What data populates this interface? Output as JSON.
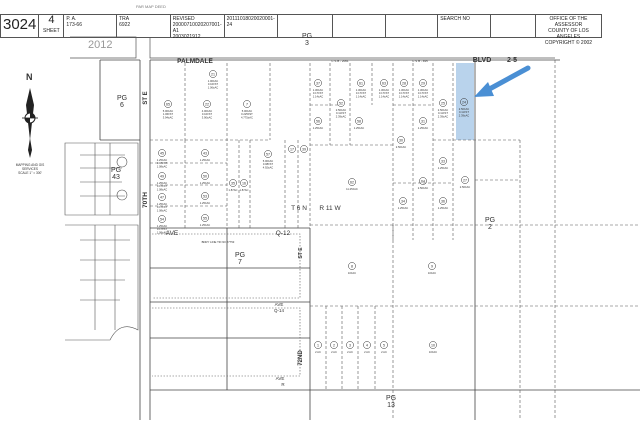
{
  "top_note": "PAR MAP DEED",
  "header": {
    "map_book": "3024",
    "page": "4",
    "sheet_label": "SHEET",
    "pa_label": "P. A.",
    "pa_value": "173-66",
    "tra_label": "TRA",
    "tra_value": "6922",
    "revised_label": "REVISED",
    "revised_1": "20000710020207001-A1",
    "revised_2": "2003021912",
    "revision_3": "20111018020020001-24",
    "search_label": "SEARCH NO",
    "office_1": "OFFICE OF THE ASSESSOR",
    "office_2": "COUNTY OF LOS ANGELES",
    "office_3": "COPYRIGHT © 2002"
  },
  "year_stamp": "2012",
  "north_label": "N",
  "scale_note": [
    "MAPPING AND GIS",
    "SERVICES",
    "SCALE 1\" = 300'"
  ],
  "highlight_color": "#b9d3ec",
  "arrow_color": "#4a8fd4",
  "highlighted_parcel": "24",
  "page_refs": [
    {
      "pg": "PG",
      "num": "3"
    },
    {
      "pg": "PG",
      "num": "6"
    },
    {
      "pg": "PG",
      "num": "43"
    },
    {
      "pg": "PG",
      "num": "7"
    },
    {
      "pg": "PG",
      "num": "2"
    },
    {
      "pg": "PG",
      "num": "13"
    }
  ],
  "streets": {
    "palmdale": "PALMDALE",
    "blvd": "BLVD",
    "blvd_num": "2-5",
    "csb1": "C S B - 2061",
    "csb2": "C S B - 495",
    "st_e_1": "ST E",
    "st_70th": "70TH",
    "ave_q12_a": "AVE",
    "ave_q12_b": "Q-12",
    "bdry": "BDRY LINE TR NO 27753",
    "st_e_2": "ST E",
    "ave_q14_a": "AVE",
    "ave_q14_b": "Q-14",
    "st_72nd": "72ND",
    "ave_r_a": "AVE",
    "ave_r_b": "R",
    "township": "T 6 N",
    "range": "R 11 W"
  },
  "parcels": [
    {
      "id": "65",
      "area": [
        "5.00±AC",
        "1.06±ST",
        "3.94±AC"
      ]
    },
    {
      "id": "22",
      "area": [
        "4.00±AC",
        "0.10±ST",
        "3.90±AC"
      ]
    },
    {
      "id": "7",
      "area": [
        "5.00±AC",
        "0.225±ST",
        "4.775±AC"
      ]
    },
    {
      "id": "21",
      "area": [
        "1.00±AC",
        "0.10±ST",
        "1.06±AC"
      ]
    },
    {
      "id": "37",
      "area": [
        "1.30±AC",
        "0.17±ST",
        "1.14±AC"
      ]
    },
    {
      "id": "52",
      "area": [
        "2.50±AC",
        "0.11±ST",
        "2.39±AC"
      ]
    },
    {
      "id": "61",
      "area": [
        "1.30±AC",
        "0.17±ST",
        "1.14±AC"
      ]
    },
    {
      "id": "63",
      "area": [
        "1.30±AC",
        "0.17±ST",
        "1.14±AC"
      ]
    },
    {
      "id": "28",
      "area": [
        "1.30±AC",
        "0.17±ST",
        "1.14±AC"
      ]
    },
    {
      "id": "29",
      "area": [
        "1.30±AC",
        "0.17±ST",
        "1.14±AC"
      ]
    },
    {
      "id": "56",
      "area": [
        "1.25±AC"
      ]
    },
    {
      "id": "58",
      "area": [
        "1.25±AC"
      ]
    },
    {
      "id": "25",
      "area": [
        "2.50±AC",
        "0.11±ST",
        "2.39±AC"
      ]
    },
    {
      "id": "24",
      "area": [
        "2.50±AC",
        "0.11±ST",
        "2.39±AC"
      ]
    },
    {
      "id": "30",
      "area": [
        "2.50±AC"
      ]
    },
    {
      "id": "31",
      "area": [
        "1.25±AC"
      ]
    },
    {
      "id": "45",
      "area": [
        "1.25±AC",
        "0.17±ST",
        "1.08±AC"
      ]
    },
    {
      "id": "43",
      "area": [
        "1.25±AC"
      ]
    },
    {
      "id": "57",
      "area": [
        "5.00±AC",
        "0.08±ST",
        "4.92±AC"
      ]
    },
    {
      "id": "17",
      "area": []
    },
    {
      "id": "39",
      "area": []
    },
    {
      "id": "49",
      "area": [
        "1.25±AC",
        "0.17±ST",
        "1.08±AC"
      ]
    },
    {
      "id": "50",
      "area": [
        "1.25±AC"
      ]
    },
    {
      "id": "35",
      "area": [
        "1.87AC"
      ]
    },
    {
      "id": "16",
      "area": [
        "1.87AC"
      ]
    },
    {
      "id": "47",
      "area": [
        "1.25±AC",
        "0.17±ST",
        "1.08±AC"
      ]
    },
    {
      "id": "53",
      "area": [
        "1.25±AC"
      ]
    },
    {
      "id": "54",
      "area": [
        "1.25±AC",
        "0.17±ST",
        "1.08±AC"
      ]
    },
    {
      "id": "55",
      "area": [
        "1.25±AC"
      ]
    },
    {
      "id": "62",
      "area": [
        "11.25±AC"
      ]
    },
    {
      "id": "33",
      "area": [
        "1.25±AC"
      ]
    },
    {
      "id": "64",
      "area": [
        "2.50±AC"
      ]
    },
    {
      "id": "27",
      "area": [
        "2.50±AC"
      ]
    },
    {
      "id": "34",
      "area": [
        "1.25±AC"
      ]
    },
    {
      "id": "36",
      "area": [
        "1.25±AC"
      ]
    },
    {
      "id": "8",
      "area": [
        "10±AC"
      ]
    },
    {
      "id": "9",
      "area": [
        "10±AC"
      ]
    },
    {
      "id": "10",
      "area": [
        "10±AC"
      ]
    },
    {
      "id": "1",
      "area": [
        "2 AC"
      ]
    },
    {
      "id": "2",
      "area": [
        "2 AC"
      ]
    },
    {
      "id": "3",
      "area": [
        "2 AC"
      ]
    },
    {
      "id": "4",
      "area": [
        "2 AC"
      ]
    },
    {
      "id": "5",
      "area": [
        "2 AC"
      ]
    }
  ]
}
